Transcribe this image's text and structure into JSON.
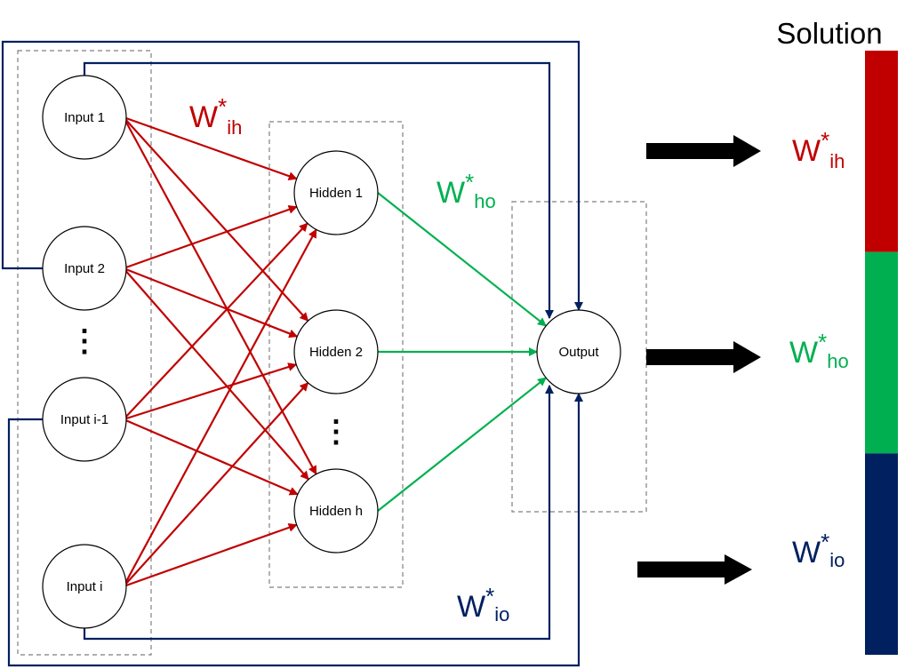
{
  "colors": {
    "ih": "#c00000",
    "ho": "#00b050",
    "io": "#002060",
    "dash": "#7f7f7f",
    "arrow": "#000000"
  },
  "inputs": [
    "Input 1",
    "Input 2",
    "Input i-1",
    "Input i"
  ],
  "hidden": [
    "Hidden 1",
    "Hidden 2",
    "Hidden h"
  ],
  "output": "Output",
  "ellipsis": "⋮",
  "weights": {
    "ih": {
      "main": "W",
      "star": "*",
      "sub": "ih"
    },
    "ho": {
      "main": "W",
      "star": "*",
      "sub": "ho"
    },
    "io": {
      "main": "W",
      "star": "*",
      "sub": "io"
    }
  },
  "solution": {
    "title": "Solution",
    "segments": [
      {
        "key": "ih",
        "color": "#c00000"
      },
      {
        "key": "ho",
        "color": "#00b050"
      },
      {
        "key": "io",
        "color": "#002060"
      }
    ]
  }
}
